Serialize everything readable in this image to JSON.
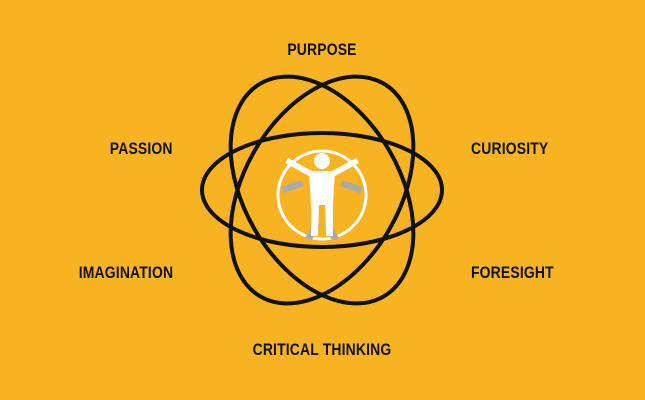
{
  "colors": {
    "background": "#F7B322",
    "ink": "#111111",
    "figure_white": "#FFFFFF",
    "figure_gray": "#AAAAAA"
  },
  "labels": {
    "top": "PURPOSE",
    "top_left": "PASSION",
    "top_right": "CURIOSITY",
    "bottom_left": "IMAGINATION",
    "bottom_right": "FORESIGHT",
    "bottom": "CRITICAL THINKING"
  },
  "center_icon": "vitruvian-man-icon"
}
